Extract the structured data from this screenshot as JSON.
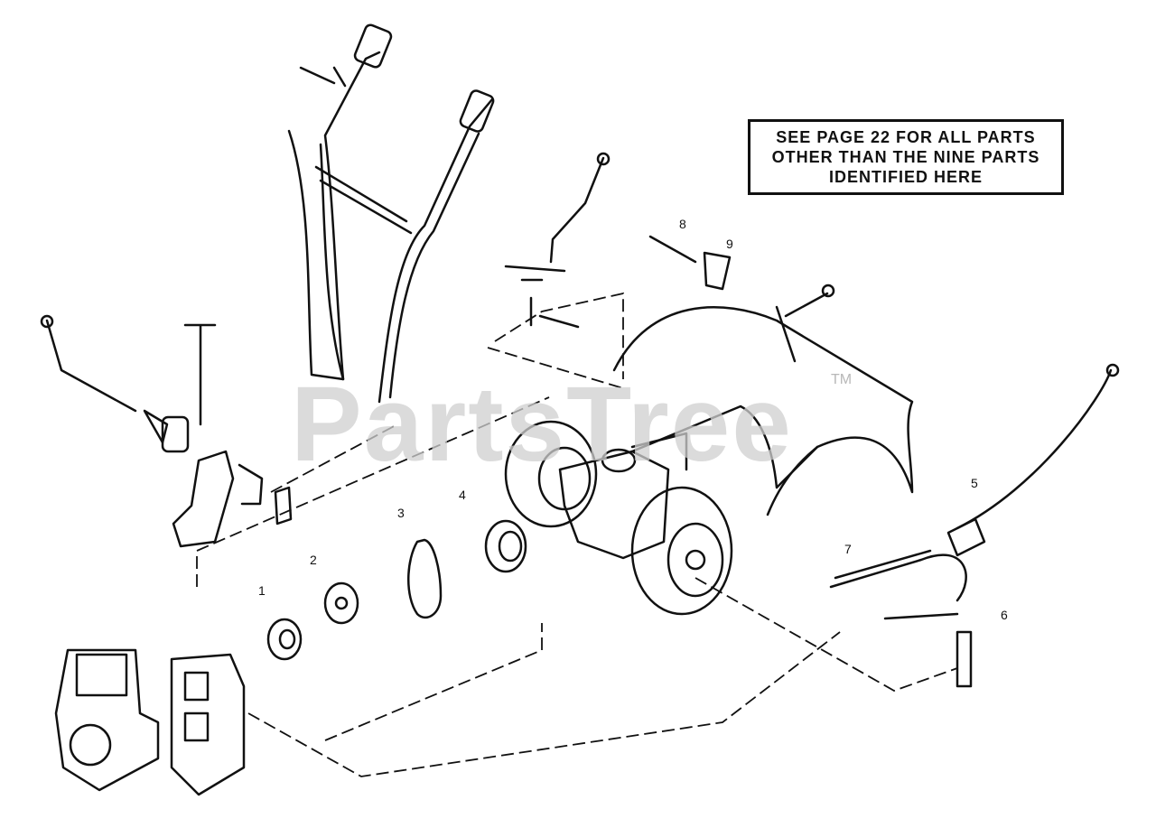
{
  "note": {
    "lines": [
      "SEE PAGE 22 FOR ALL PARTS",
      "OTHER THAN THE NINE PARTS",
      "IDENTIFIED HERE"
    ]
  },
  "watermark": {
    "text": "PartsTree",
    "tm": "TM"
  },
  "callouts": [
    "1",
    "2",
    "3",
    "4",
    "5",
    "6",
    "7",
    "8",
    "9"
  ],
  "colors": {
    "ink": "#111111",
    "watermark": "#cfcfcf"
  }
}
